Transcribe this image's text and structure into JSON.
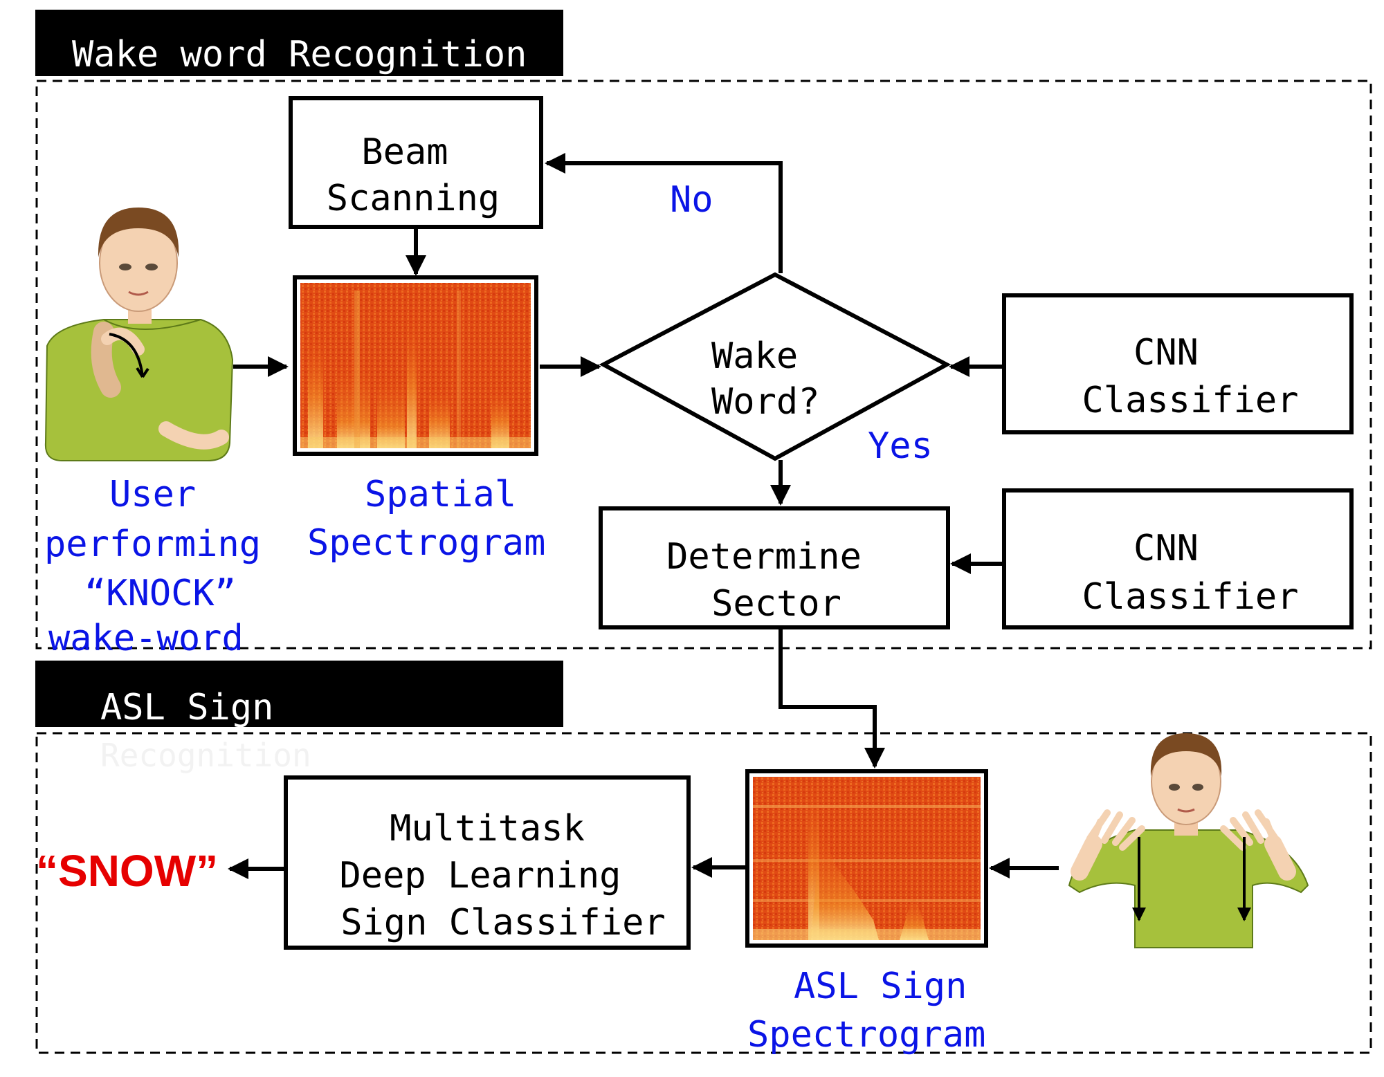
{
  "sections": {
    "wake": {
      "title": "Wake word Recognition"
    },
    "asl": {
      "title": "ASL Sign",
      "title_faint": "Recognition"
    }
  },
  "nodes": {
    "beam_scanning": [
      "Beam",
      "Scanning"
    ],
    "wake_word_decision": [
      "Wake",
      "Word?"
    ],
    "cnn_classifier_top": [
      "CNN",
      "Classifier"
    ],
    "determine_sector": [
      "Determine",
      "Sector"
    ],
    "cnn_classifier_bottom": [
      "CNN",
      "Classifier"
    ],
    "multitask_classifier": [
      "Multitask",
      "Deep Learning",
      "Sign Classifier"
    ]
  },
  "edge_labels": {
    "no": "No",
    "yes": "Yes"
  },
  "captions": {
    "user": [
      "User",
      "performing",
      "“KNOCK”",
      "wake-word"
    ],
    "spatial_spectrogram": [
      "Spatial",
      "Spectrogram"
    ],
    "asl_spectrogram": [
      "ASL Sign",
      "Spectrogram"
    ]
  },
  "output": {
    "text": "“SNOW”"
  },
  "colors": {
    "caption_blue": "#0a14e6",
    "output_red": "#e60000",
    "header_black": "#000000",
    "spectrogram_base": "#e84a10",
    "spectrogram_hot": "#fff2a0",
    "shirt_green": "#a6c13c"
  },
  "icons": {
    "person_knock": "person-signing-knock-icon",
    "person_snow": "person-signing-snow-icon"
  }
}
